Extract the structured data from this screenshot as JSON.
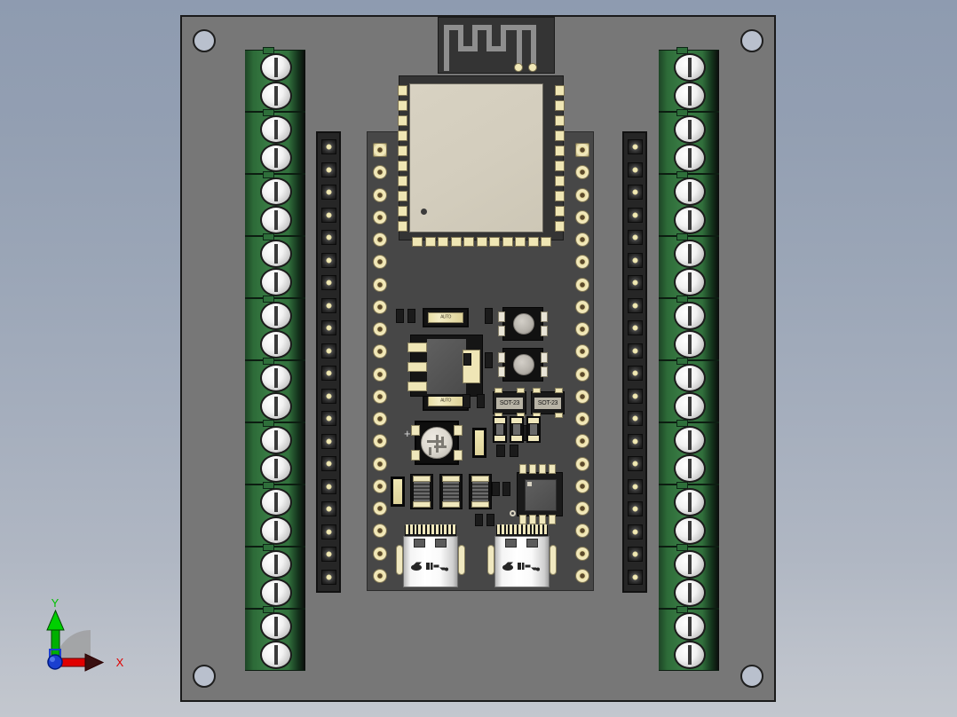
{
  "view": {
    "app_type": "cad-3d-viewer",
    "background_gradient": {
      "top": "#8e9bb0",
      "bottom": "#c3c7ce"
    },
    "projection": "front-orthographic"
  },
  "axis_triad": {
    "name": "coordinate-axis-triad",
    "x_label": "X",
    "y_label": "Y",
    "x_color": "#e00000",
    "y_color": "#00c000",
    "origin_color": "#1a3fd0"
  },
  "assembly": {
    "name": "ESP32 Terminal Breakout Carrier",
    "plate": {
      "label": "carrier-plate",
      "color": "#777777",
      "border_color": "#1a1a1a",
      "mounting_holes": 4,
      "hole_color": "#b9c0cd"
    },
    "terminal_blocks": [
      {
        "side": "left",
        "label": "screw-terminal-strip-left",
        "blocks": 10,
        "screws_per_block": 2,
        "total_terminals": 20,
        "body_color": "#2d6b38",
        "screw_color": "#f2f2f2"
      },
      {
        "side": "right",
        "label": "screw-terminal-strip-right",
        "blocks": 10,
        "screws_per_block": 2,
        "total_terminals": 20,
        "body_color": "#2d6b38",
        "screw_color": "#f2f2f2"
      }
    ],
    "pin_headers": [
      {
        "side": "left",
        "label": "pin-header-left",
        "pins": 20,
        "body_color": "#262626",
        "pin_color": "#e8dfa4"
      },
      {
        "side": "right",
        "label": "pin-header-right",
        "pins": 20,
        "body_color": "#262626",
        "pin_color": "#e8dfa4"
      }
    ],
    "pcb": {
      "label": "esp32-devkit-pcb",
      "soldermask_color": "#474747",
      "through_hole_rows": [
        {
          "label": "pth-column-left",
          "count": 20,
          "pin1_shape": "square"
        },
        {
          "label": "pth-column-right",
          "count": 20,
          "pin1_shape": "square"
        }
      ],
      "components": [
        {
          "label": "esp32-module",
          "type": "rf-module",
          "shield_color": "#d8d2c2",
          "castellated_pads_per_side": 10,
          "bottom_pads": 11
        },
        {
          "label": "pcb-trace-antenna",
          "type": "meander-antenna",
          "feed_pads": 2
        },
        {
          "label": "fuse-top",
          "type": "fuse",
          "marking": "AUTO"
        },
        {
          "label": "fuse-bottom",
          "type": "fuse",
          "marking": "AUTO"
        },
        {
          "label": "ldo-regulator",
          "type": "sot-223",
          "leads": 3
        },
        {
          "label": "transistor-left",
          "type": "sot-23",
          "marking": "SOT-23"
        },
        {
          "label": "transistor-right",
          "type": "sot-23",
          "marking": "SOT-23"
        },
        {
          "label": "boot-button",
          "type": "tactile-switch"
        },
        {
          "label": "reset-button",
          "type": "tactile-switch"
        },
        {
          "label": "rgb-led",
          "type": "ws2812-rgb-led",
          "polarity_marking": "+"
        },
        {
          "label": "usb-bridge-ic",
          "type": "qfn-ic",
          "pins": 12
        },
        {
          "label": "inductor-1",
          "type": "power-inductor"
        },
        {
          "label": "inductor-2",
          "type": "power-inductor"
        },
        {
          "label": "inductor-3",
          "type": "power-inductor"
        },
        {
          "label": "usb-connector-left",
          "type": "usb-type-c",
          "logo": "usb-trident"
        },
        {
          "label": "usb-connector-right",
          "type": "usb-type-c",
          "logo": "usb-trident"
        }
      ]
    }
  }
}
